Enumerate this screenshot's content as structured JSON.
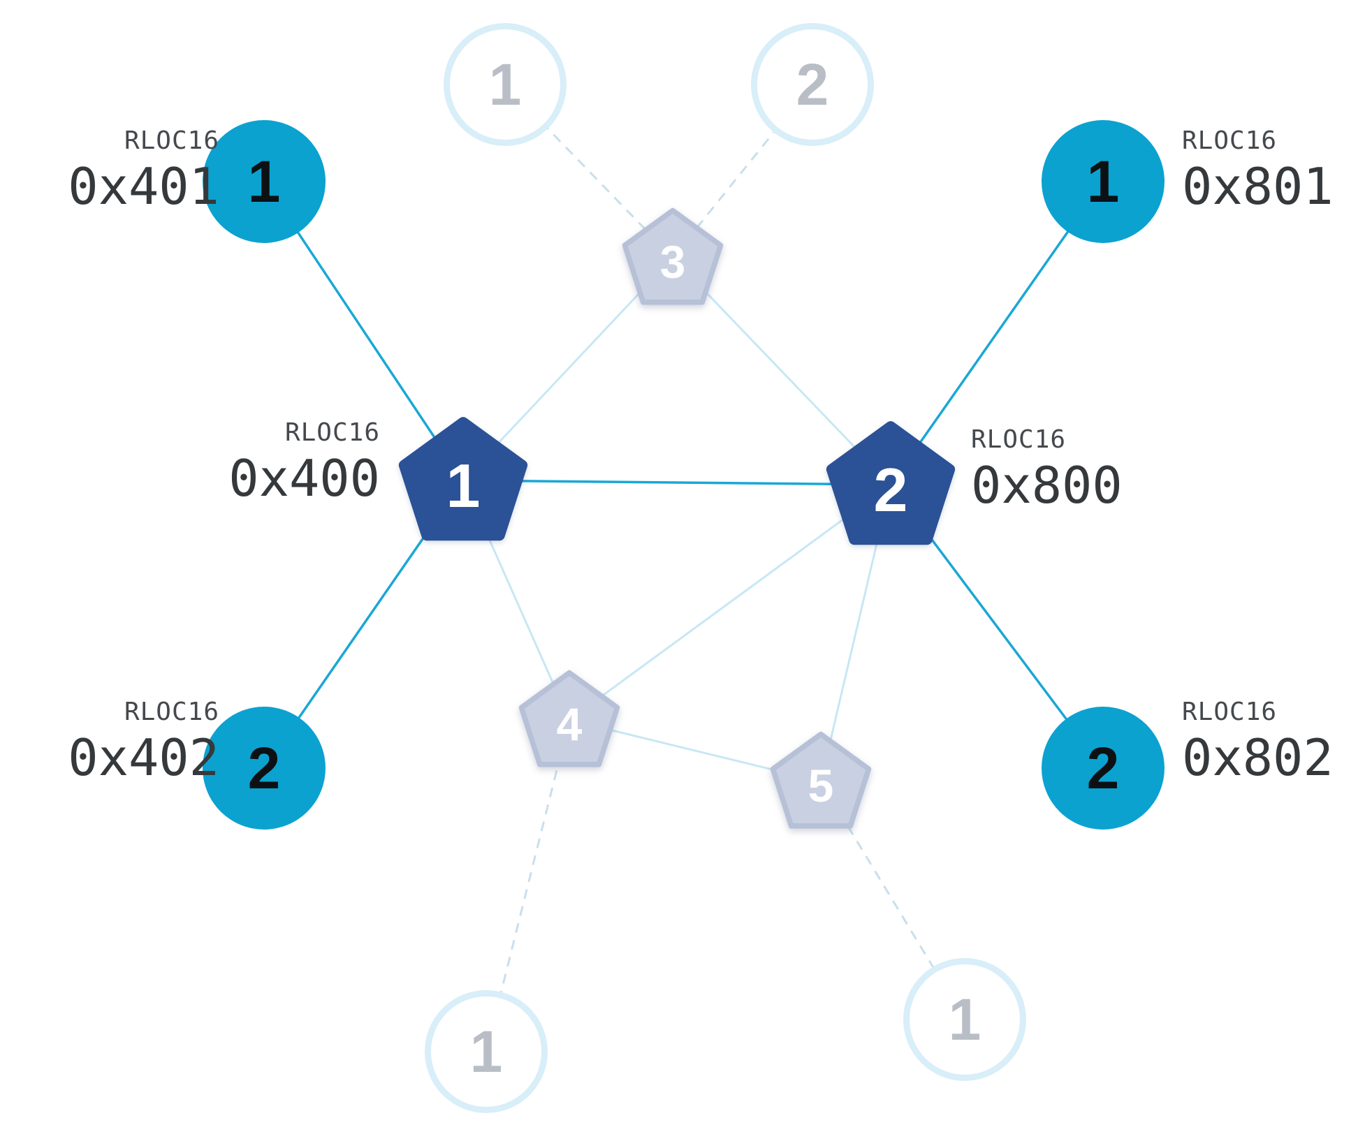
{
  "labels": {
    "rloc16_title": "RLOC16"
  },
  "colors": {
    "router_active_fill": "#2b5196",
    "router_muted_fill": "#c9d0e2",
    "router_muted_stroke": "#b6c0d7",
    "device_active_fill": "#0ba2d0",
    "device_ghost_ring": "#d8eef8",
    "link_active": "#1aa7d5",
    "link_muted": "#c7e7f5",
    "link_dashed": "#c9dfec"
  },
  "nodes": {
    "router1": {
      "number": "1",
      "rloc": "0x400"
    },
    "router2": {
      "number": "2",
      "rloc": "0x800"
    },
    "router3": {
      "number": "3"
    },
    "router4": {
      "number": "4"
    },
    "router5": {
      "number": "5"
    },
    "device401": {
      "number": "1",
      "rloc": "0x401"
    },
    "device402": {
      "number": "2",
      "rloc": "0x402"
    },
    "device801": {
      "number": "1",
      "rloc": "0x801"
    },
    "device802": {
      "number": "2",
      "rloc": "0x802"
    },
    "ghostTop1": {
      "number": "1"
    },
    "ghostTop2": {
      "number": "2"
    },
    "ghostBottom1": {
      "number": "1"
    },
    "ghostBottom2": {
      "number": "1"
    }
  }
}
